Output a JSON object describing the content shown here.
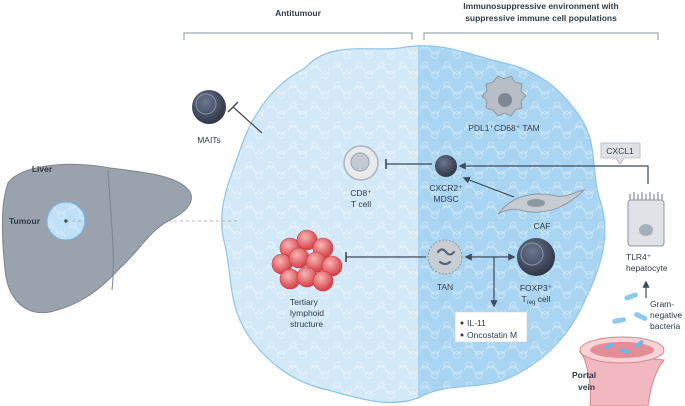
{
  "headers": {
    "antitumour": "Antitumour",
    "immunosuppressive_line1": "Immunosuppressive environment with",
    "immunosuppressive_line2": "suppressive immune cell populations"
  },
  "organ": {
    "liver": "Liver",
    "tumour": "Tumour",
    "portal_vein_line1": "Portal",
    "portal_vein_line2": "vein"
  },
  "cells": {
    "maits": "MAITs",
    "tam": "PDL1⁺CD68⁺ TAM",
    "cd8_line1": "CD8⁺",
    "cd8_line2": "T cell",
    "mdsc_line1": "CXCR2⁺",
    "mdsc_line2": "MDSC",
    "caf": "CAF",
    "tls_line1": "Tertiary",
    "tls_line2": "lymphoid",
    "tls_line3": "structure",
    "tan": "TAN",
    "treg_line1": "FOXP3⁺",
    "treg_line2": "T",
    "treg_sub": "reg",
    "treg_line2_suffix": " cell",
    "hepatocyte_line1": "TLR4⁺",
    "hepatocyte_line2": "hepatocyte",
    "bacteria_line1": "Gram-",
    "bacteria_line2": "negative",
    "bacteria_line3": "bacteria"
  },
  "chemokine": "CXCL1",
  "cytokines": [
    "IL-11",
    "Oncostatin M"
  ],
  "colors": {
    "tumour_left": "#d3e9f8",
    "tumour_right": "#a9d5f2",
    "cell_dark": "#4a5468",
    "liver_grey": "#9aa3ad",
    "tls_red": "#e56b6f",
    "arrow": "#3c4a5a"
  }
}
